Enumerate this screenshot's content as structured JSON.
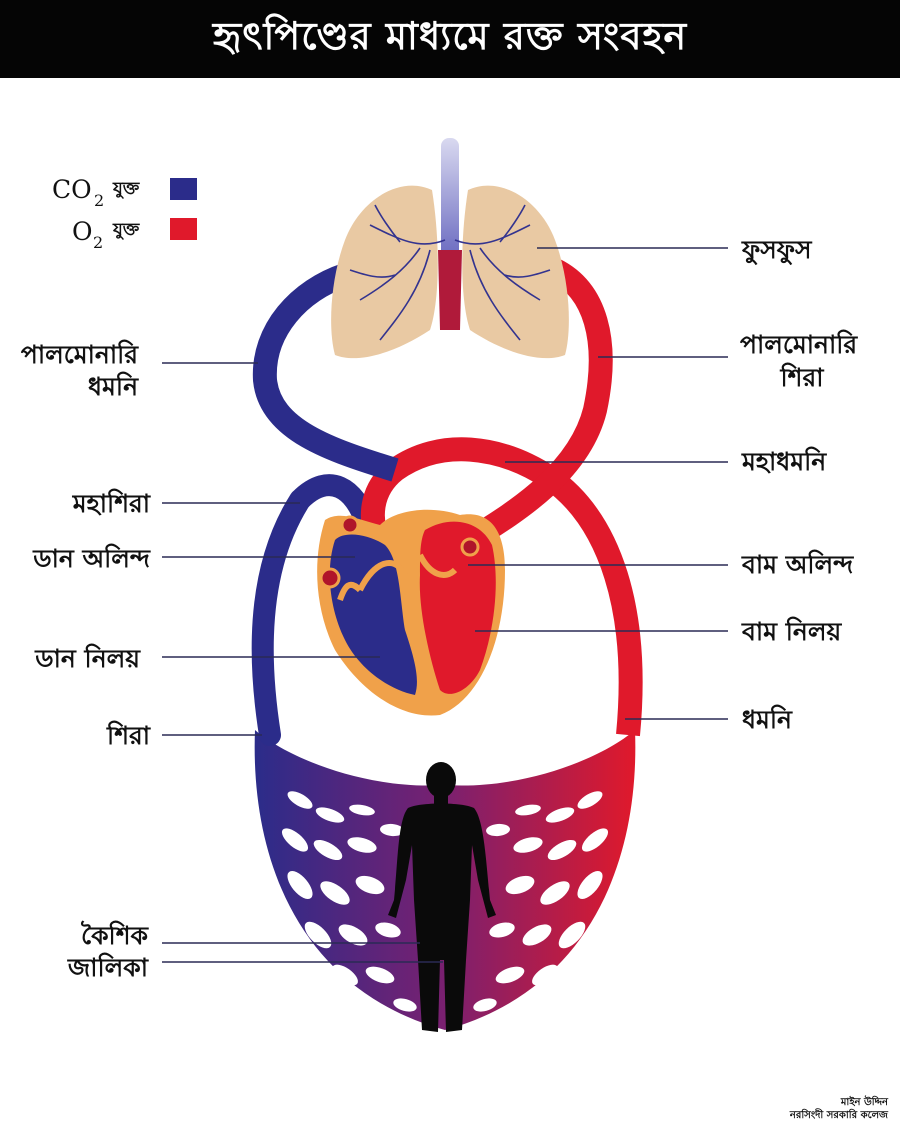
{
  "title": "হৃৎপিণ্ডের মাধ্যমে রক্ত সংবহন",
  "legend": {
    "co2": {
      "formula": "CO",
      "sub": "2",
      "word": "যুক্ত",
      "color": "#2b2c8a"
    },
    "o2": {
      "formula": "O",
      "sub": "2",
      "word": "যুক্ত",
      "color": "#e0192b"
    }
  },
  "labels": {
    "lungs": "ফুসফুস",
    "pulmonary_artery_1": "পালমোনারি",
    "pulmonary_artery_2": "ধমনি",
    "pulmonary_vein_1": "পালমোনারি",
    "pulmonary_vein_2": "শিরা",
    "aorta": "মহাধমনি",
    "vena_cava": "মহাশিরা",
    "right_atrium": "ডান অলিন্দ",
    "left_atrium": "বাম অলিন্দ",
    "right_ventricle": "ডান নিলয়",
    "left_ventricle": "বাম নিলয়",
    "vein": "শিরা",
    "artery": "ধমনি",
    "capillary_1": "কৈশিক",
    "capillary_2": "জালিকা"
  },
  "credit": {
    "line1": "মাইন উদ্দিন",
    "line2": "নরসিংদী সরকারি কলেজ"
  },
  "colors": {
    "deoxygenated": "#2b2c8a",
    "oxygenated": "#e0192b",
    "lung": "#e9c9a3",
    "heart_wall": "#f0a14a",
    "title_bar": "#050505"
  }
}
